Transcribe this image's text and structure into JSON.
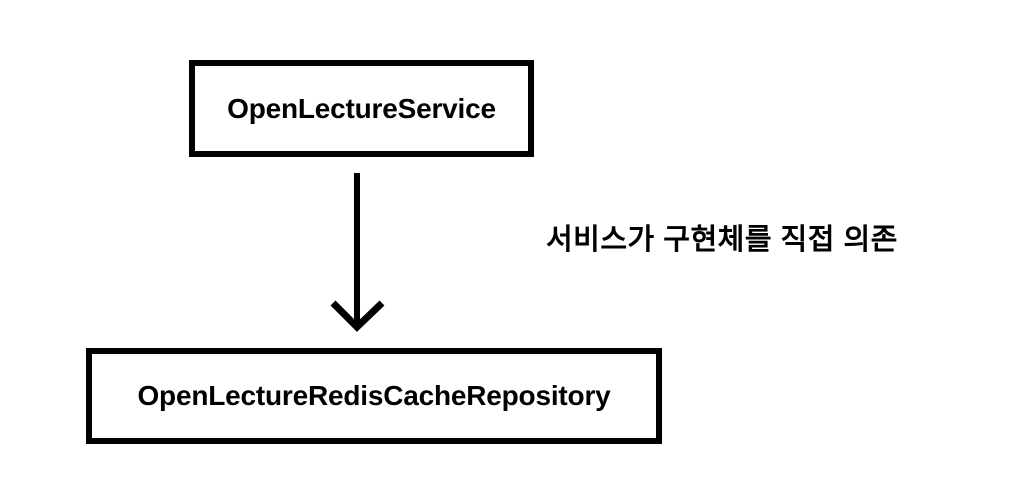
{
  "diagram": {
    "type": "dependency-diagram",
    "background_color": "#ffffff",
    "stroke_color": "#000000",
    "nodes": [
      {
        "id": "service",
        "label": "OpenLectureService",
        "role": "service-class"
      },
      {
        "id": "repository",
        "label": "OpenLectureRedisCacheRepository",
        "role": "implementation-class"
      }
    ],
    "edges": [
      {
        "id": "service-to-repository",
        "from": "service",
        "to": "repository",
        "arrow": "open-arrowhead-down",
        "annotation": "서비스가 구현체를 직접 의존"
      }
    ]
  }
}
